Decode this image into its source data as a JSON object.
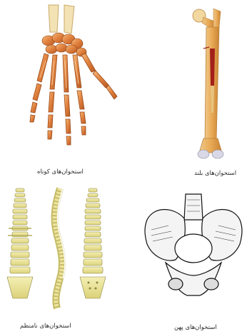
{
  "captions": {
    "short_bones": "استخوان‌های کوتاه",
    "long_bones": "استخوان‌های بلند",
    "irregular_bones": "استخوان‌های نامنظم",
    "flat_bones": "استخوان‌های پهن"
  }
}
